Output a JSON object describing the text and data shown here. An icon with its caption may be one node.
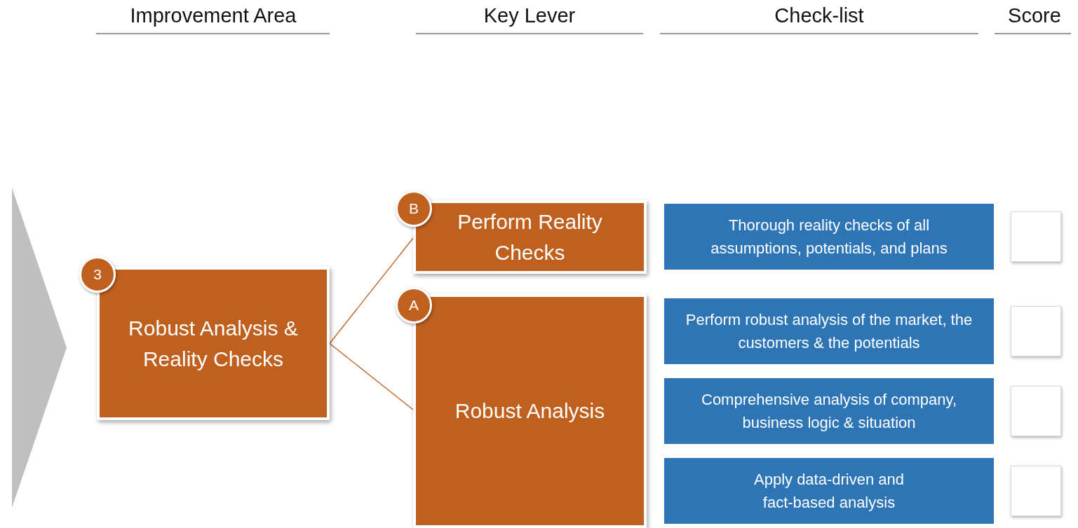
{
  "diagram": {
    "nodes": [
      {
        "text": [],
        "shape": "chevron"
      },
      {
        "text": [
          "3"
        ]
      },
      {
        "text": [
          "Robust Analysis & Reality Checks"
        ]
      },
      {
        "text": [
          "B"
        ]
      },
      {
        "text": [
          "Perform Reality Checks"
        ]
      },
      {
        "text": [
          "A"
        ]
      },
      {
        "text": [
          "Robust Analysis"
        ]
      },
      {
        "text": [
          "Thorough reality checks of all assumptions, potentials, and plans"
        ]
      },
      {
        "text": [
          "Perform robust analysis of the market, the customers & the potentials"
        ]
      },
      {
        "text": [
          "Comprehensive analysis of company, business logic & situation"
        ]
      },
      {
        "text": [
          "Apply data-driven and fact-based analysis"
        ]
      },
      {
        "text": [],
        "shape": "box"
      },
      {
        "text": [],
        "shape": "box"
      },
      {
        "text": [],
        "shape": "box"
      },
      {
        "text": [],
        "shape": "box"
      }
    ],
    "edges": [
      {
        "from": 2,
        "to": 4,
        "arrow": "none"
      },
      {
        "from": 2,
        "to": 6,
        "arrow": "none"
      }
    ],
    "labels": [
      "Improvement Area",
      "Key Lever",
      "Check-list",
      "Score"
    ]
  }
}
